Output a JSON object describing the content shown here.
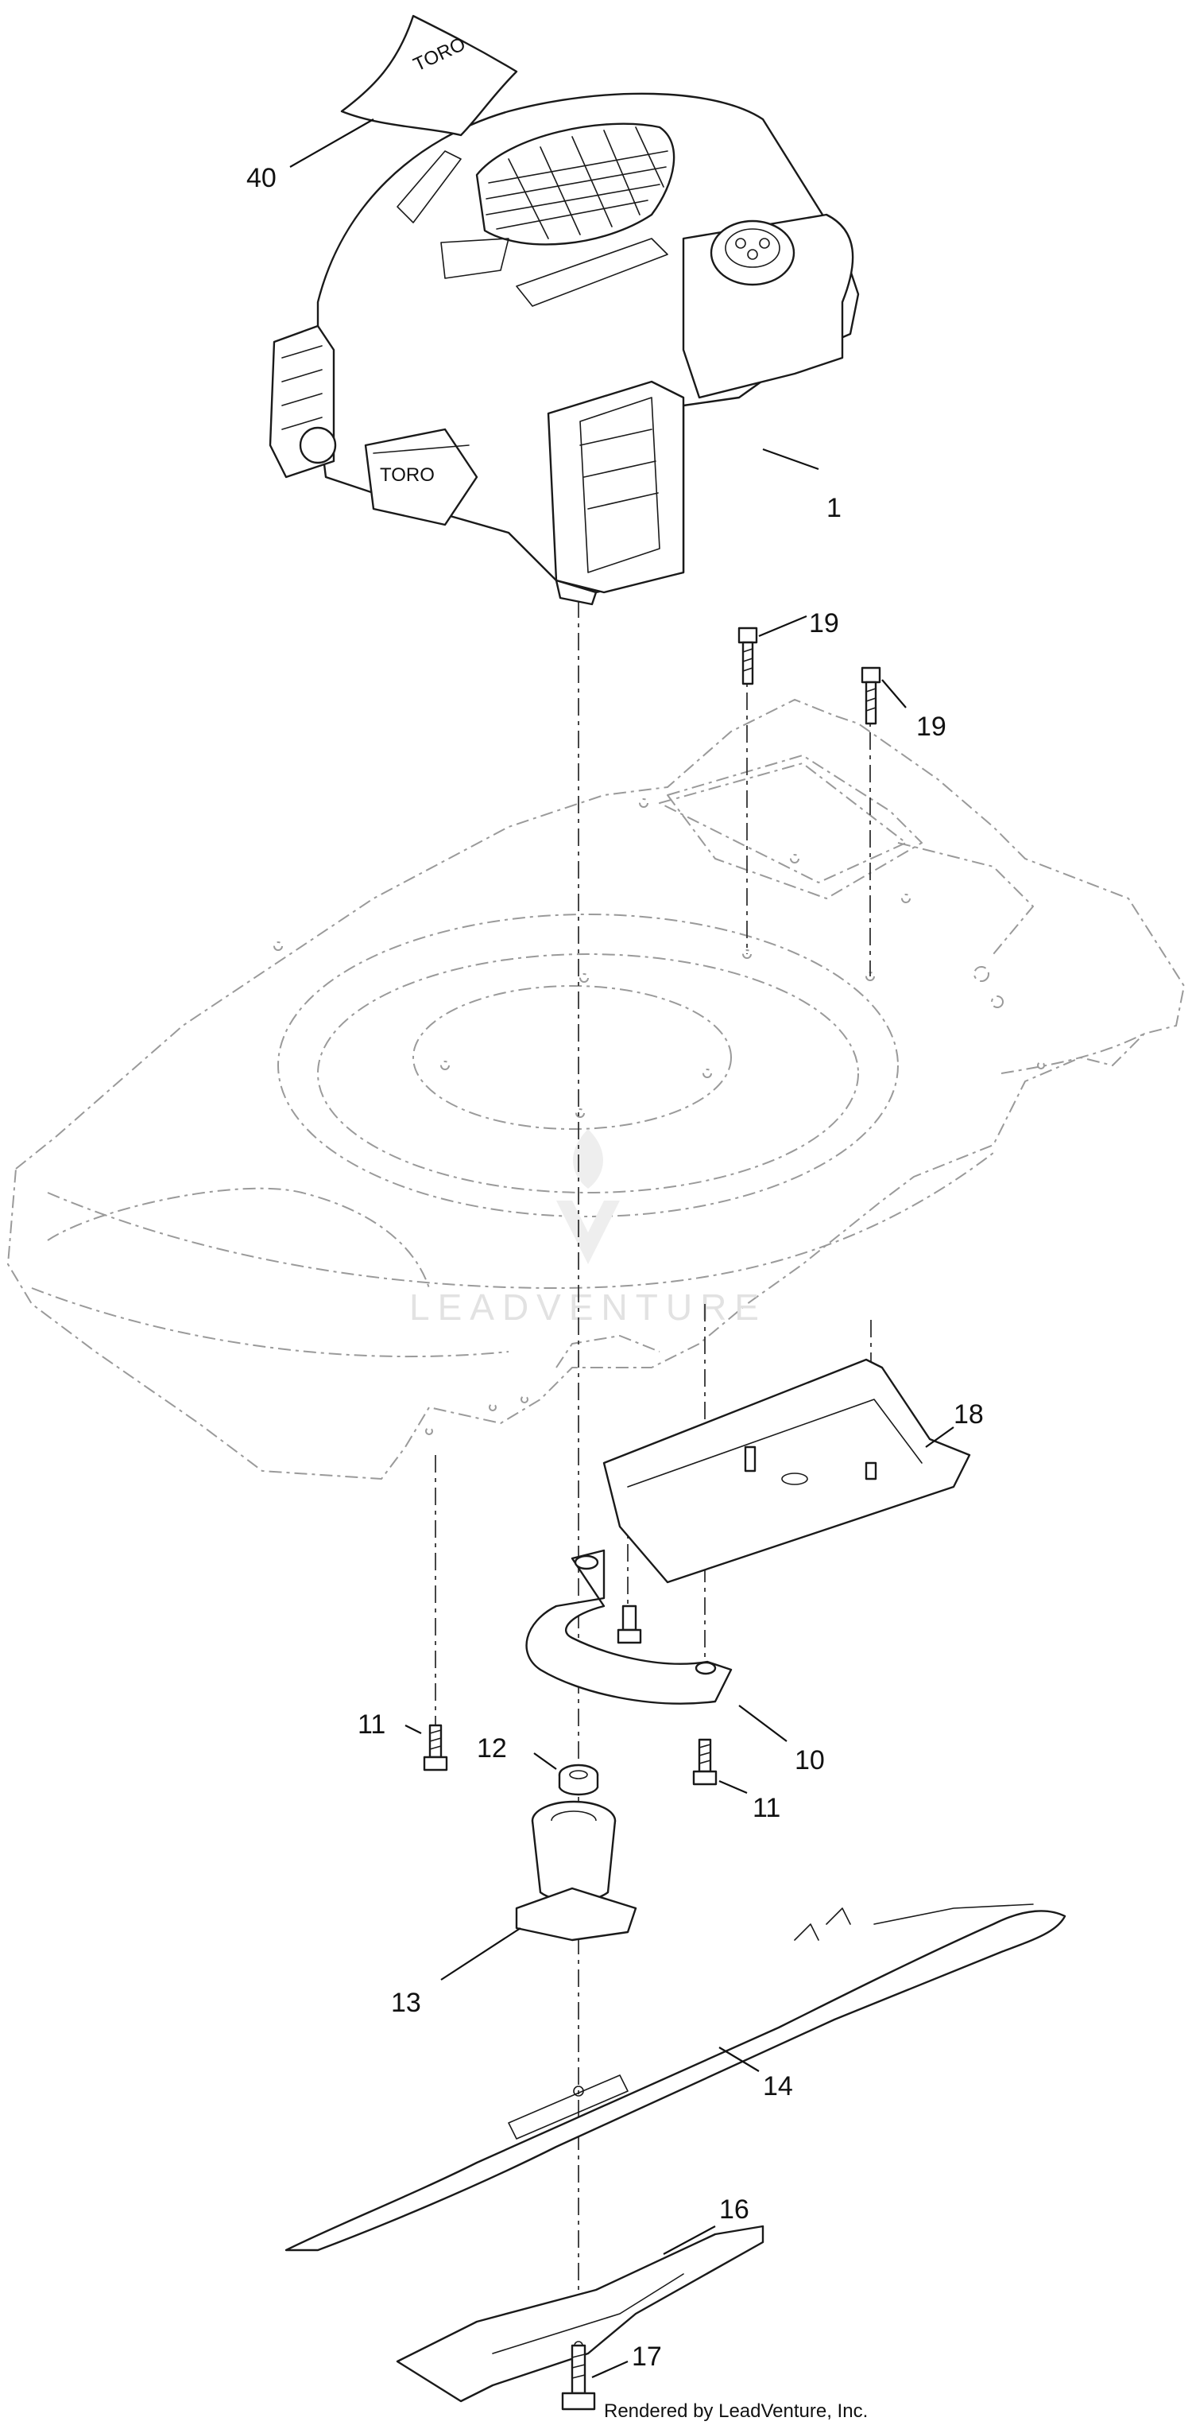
{
  "diagram": {
    "callouts": {
      "c40": "40",
      "c1": "1",
      "c19a": "19",
      "c19b": "19",
      "c18": "18",
      "c10": "10",
      "c11a": "11",
      "c11b": "11",
      "c12": "12",
      "c13": "13",
      "c14": "14",
      "c16": "16",
      "c17": "17"
    },
    "engine_logo": "TORO",
    "watermark": "LEADVENTURE",
    "credit": "Rendered by LeadVenture, Inc."
  }
}
